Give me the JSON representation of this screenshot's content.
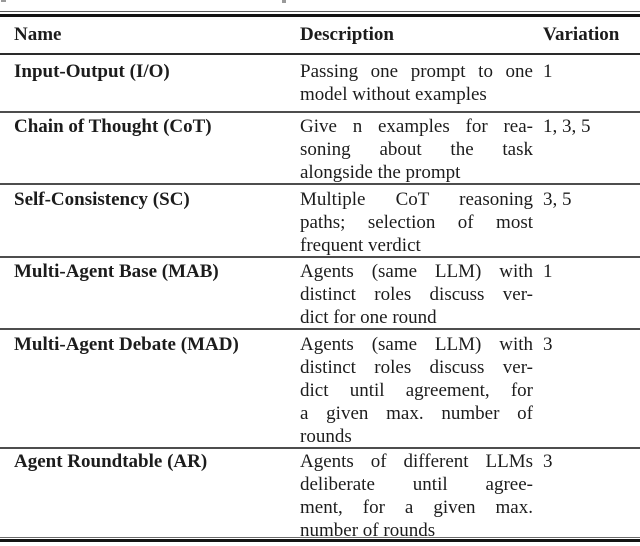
{
  "table": {
    "headers": {
      "name": "Name",
      "description": "Description",
      "variation": "Variation"
    },
    "rows": [
      {
        "name": "Input-Output (I/O)",
        "desc_lines": [
          "Passing one prompt to one",
          "model without examples"
        ],
        "variation": "1"
      },
      {
        "name": "Chain of Thought (CoT)",
        "desc_lines": [
          "Give n examples for rea-",
          "soning about the task",
          "alongside the prompt"
        ],
        "variation": "1, 3, 5"
      },
      {
        "name": "Self-Consistency (SC)",
        "desc_lines": [
          "Multiple CoT reasoning",
          "paths; selection of most",
          "frequent verdict"
        ],
        "variation": "3, 5"
      },
      {
        "name": "Multi-Agent Base (MAB)",
        "desc_lines": [
          "Agents (same LLM) with",
          "distinct roles discuss ver-",
          "dict for one round"
        ],
        "variation": "1"
      },
      {
        "name": "Multi-Agent Debate (MAD)",
        "desc_lines": [
          "Agents (same LLM) with",
          "distinct roles discuss ver-",
          "dict until agreement, for",
          "a given max.  number of",
          "rounds"
        ],
        "variation": "3"
      },
      {
        "name": "Agent Roundtable (AR)",
        "desc_lines": [
          "Agents of different LLMs",
          "deliberate until agree-",
          "ment, for a given max.",
          "number of rounds"
        ],
        "variation": "3"
      }
    ],
    "rule_colors": {
      "heavy": "#141414",
      "light": "#4d4d4d"
    }
  }
}
